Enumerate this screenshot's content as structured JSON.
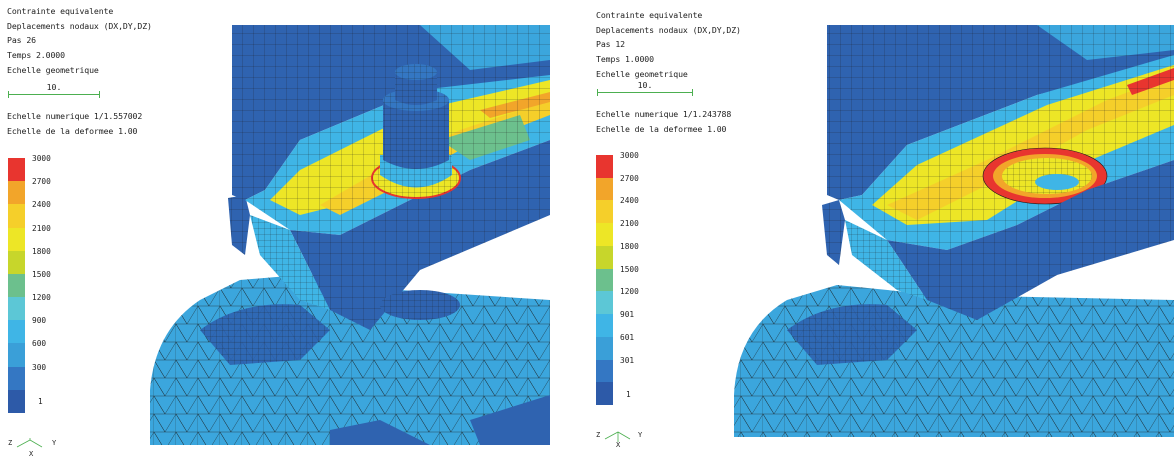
{
  "left": {
    "title": "Contrainte equivalente",
    "displacements": "Deplacements nodaux (DX,DY,DZ)",
    "step": "Pas 26",
    "time": "Temps 2.0000",
    "geom_scale_label": "Echelle geometrique",
    "geom_scale_value": "10.",
    "numeric_scale": "Echelle numerique 1/1.557002",
    "deform_scale": "Echelle de la deformee 1.00",
    "legend": [
      "3000",
      "2700",
      "2400",
      "2100",
      "1800",
      "1500",
      "1200",
      "900",
      "600",
      "300",
      "1"
    ],
    "axes": {
      "z": "Z",
      "y": "Y",
      "x": "X"
    }
  },
  "right": {
    "title": "Contrainte equivalente",
    "displacements": "Deplacements nodaux (DX,DY,DZ)",
    "step": "Pas 12",
    "time": "Temps 1.0000",
    "geom_scale_label": "Echelle geometrique",
    "geom_scale_value": "10.",
    "numeric_scale": "Echelle numerique 1/1.243788",
    "deform_scale": "Echelle de la deformee 1.00",
    "legend": [
      "3000",
      "2700",
      "2400",
      "2100",
      "1800",
      "1500",
      "1200",
      "901",
      "601",
      "301",
      "1"
    ],
    "axes": {
      "z": "Z",
      "y": "Y",
      "x": "X"
    }
  },
  "colors": {
    "legend": [
      "#e8352f",
      "#f2a52a",
      "#f5cf2a",
      "#ede626",
      "#c7d62b",
      "#6cc08d",
      "#5cc7d6",
      "#3fb5e6",
      "#3a9fd8",
      "#3477c3",
      "#2d5aa8"
    ],
    "mesh_lines": "#1a1a1a",
    "scale_bar": "#4caf50"
  }
}
